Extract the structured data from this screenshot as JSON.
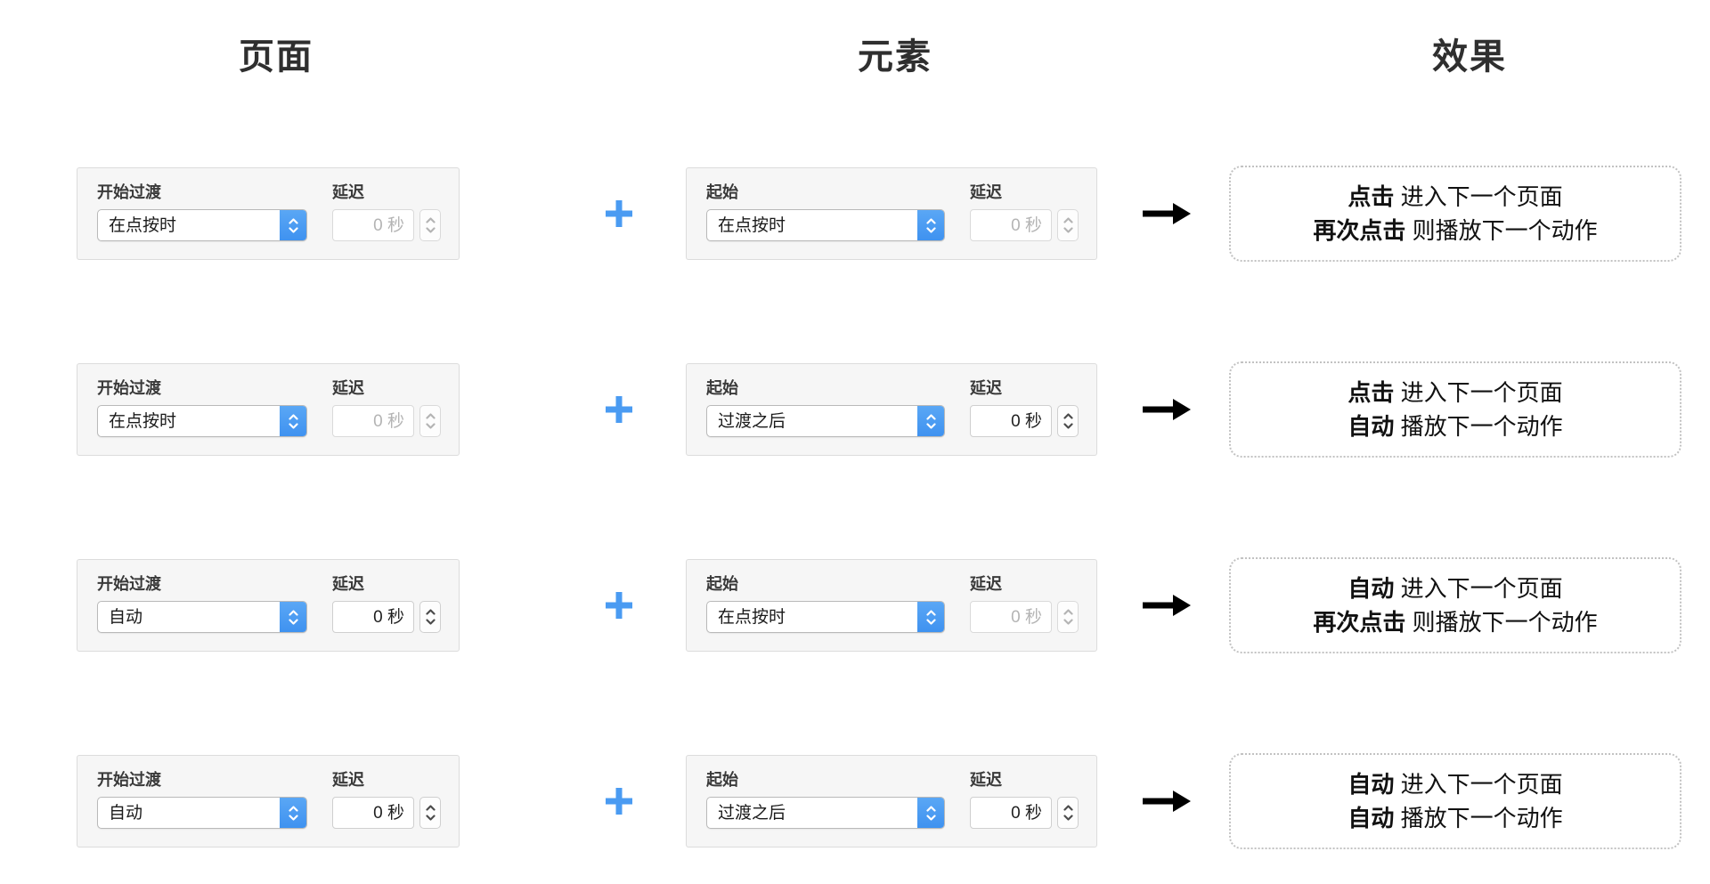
{
  "headers": {
    "page": "页面",
    "plus": "",
    "element": "元素",
    "arrow": "",
    "effect": "效果"
  },
  "icons": {
    "plus": "plus-icon",
    "arrow": "arrow-right-icon",
    "select_chevron": "chevron-up-down-icon",
    "stepper_chevron": "stepper-up-down-icon"
  },
  "colors": {
    "accent_blue": "#4a9bf2",
    "select_button_blue": "#3f92f0",
    "panel_bg": "#f6f6f6",
    "panel_border": "#dcdcdc",
    "result_border": "#c2c2c2",
    "disabled_text": "#b4b4b4",
    "text": "#111111"
  },
  "labels": {
    "page_trigger": "开始过渡",
    "element_trigger": "起始",
    "delay": "延迟"
  },
  "rows": [
    {
      "page": {
        "trigger_label": "开始过渡",
        "trigger_value": "在点按时",
        "delay_label": "延迟",
        "delay_value": "0 秒",
        "delay_disabled": true
      },
      "element": {
        "trigger_label": "起始",
        "trigger_value": "在点按时",
        "delay_label": "延迟",
        "delay_value": "0 秒",
        "delay_disabled": true
      },
      "result": {
        "line1_strong": "点击",
        "line1_rest": " 进入下一个页面",
        "line2_strong": "再次点击",
        "line2_rest": " 则播放下一个动作"
      }
    },
    {
      "page": {
        "trigger_label": "开始过渡",
        "trigger_value": "在点按时",
        "delay_label": "延迟",
        "delay_value": "0 秒",
        "delay_disabled": true
      },
      "element": {
        "trigger_label": "起始",
        "trigger_value": "过渡之后",
        "delay_label": "延迟",
        "delay_value": "0 秒",
        "delay_disabled": false
      },
      "result": {
        "line1_strong": "点击",
        "line1_rest": " 进入下一个页面",
        "line2_strong": "自动",
        "line2_rest": " 播放下一个动作"
      }
    },
    {
      "page": {
        "trigger_label": "开始过渡",
        "trigger_value": "自动",
        "delay_label": "延迟",
        "delay_value": "0 秒",
        "delay_disabled": false
      },
      "element": {
        "trigger_label": "起始",
        "trigger_value": "在点按时",
        "delay_label": "延迟",
        "delay_value": "0 秒",
        "delay_disabled": true
      },
      "result": {
        "line1_strong": "自动",
        "line1_rest": " 进入下一个页面",
        "line2_strong": "再次点击",
        "line2_rest": " 则播放下一个动作"
      }
    },
    {
      "page": {
        "trigger_label": "开始过渡",
        "trigger_value": "自动",
        "delay_label": "延迟",
        "delay_value": "0 秒",
        "delay_disabled": false
      },
      "element": {
        "trigger_label": "起始",
        "trigger_value": "过渡之后",
        "delay_label": "延迟",
        "delay_value": "0 秒",
        "delay_disabled": false
      },
      "result": {
        "line1_strong": "自动",
        "line1_rest": " 进入下一个页面",
        "line2_strong": "自动",
        "line2_rest": " 播放下一个动作"
      }
    }
  ]
}
